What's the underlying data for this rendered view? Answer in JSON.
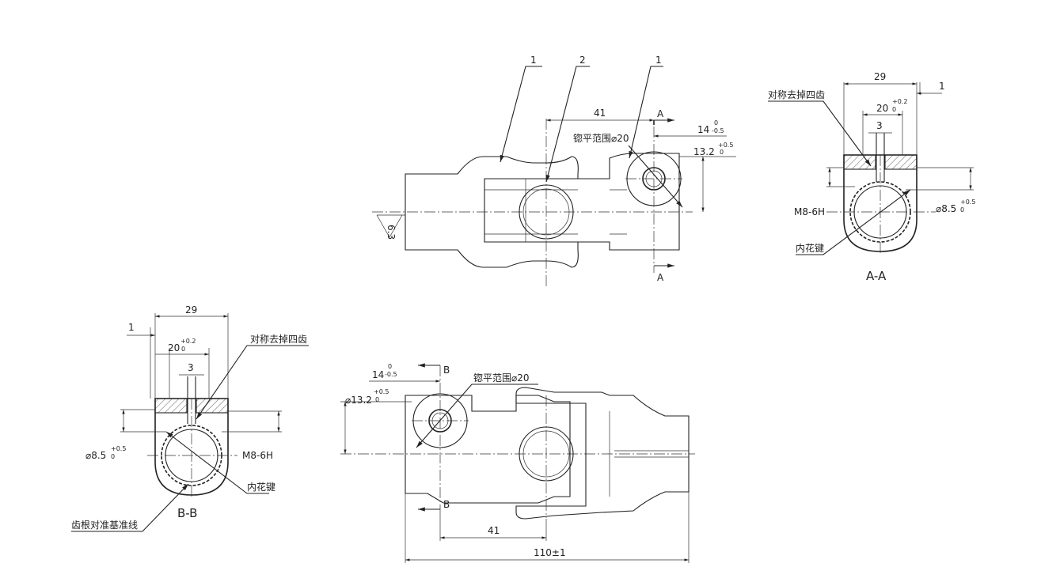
{
  "view_top": {
    "part_numbers": [
      "1",
      "2",
      "1"
    ],
    "dim_41": "41",
    "dim_14": "14",
    "dim_14_tol_upper": "0",
    "dim_14_tol_lower": "-0.5",
    "dim_13_2": "13.2",
    "dim_13_2_tol_upper": "+0.5",
    "dim_13_2_tol_lower": "0",
    "spotface_note": "锪平范围⌀20",
    "section_marker": "A",
    "surface_finish": "6.3"
  },
  "view_aa": {
    "caption": "A-A",
    "dim_29": "29",
    "dim_1": "1",
    "dim_20": "20",
    "dim_20_tol_upper": "+0.2",
    "dim_20_tol_lower": "0",
    "dim_3": "3",
    "note_remove_teeth": "对称去掉四齿",
    "thread": "M8-6H",
    "dia_8_5": "⌀8.5",
    "dia_tol_upper": "+0.5",
    "dia_tol_lower": "0",
    "spline": "内花键"
  },
  "view_bb": {
    "caption": "B-B",
    "dim_29": "29",
    "dim_1": "1",
    "dim_20": "20",
    "dim_20_tol_upper": "+0.2",
    "dim_20_tol_lower": "0",
    "dim_3": "3",
    "note_remove_teeth": "对称去掉四齿",
    "thread": "M8-6H",
    "dia_8_5": "⌀8.5",
    "dia_tol_upper": "+0.5",
    "dia_tol_lower": "0",
    "spline": "内花键",
    "root_note": "齿根对准基准线"
  },
  "view_bottom": {
    "dim_14": "14",
    "dim_14_tol_upper": "0",
    "dim_14_tol_lower": "-0.5",
    "dim_13_2": "⌀13.2",
    "dim_13_2_tol_upper": "+0.5",
    "dim_13_2_tol_lower": "0",
    "spotface_note": "锪平范围⌀20",
    "section_marker": "B",
    "dim_41": "41",
    "dim_overall": "110±1"
  }
}
